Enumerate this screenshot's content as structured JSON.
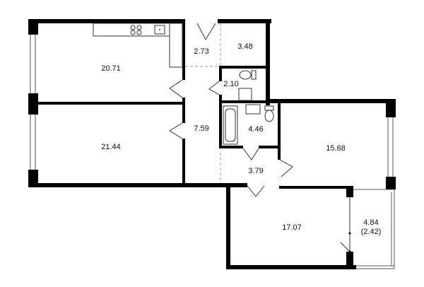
{
  "rooms": {
    "kitchen_living": "20.71",
    "hall_top": "2.73",
    "storage": "3.48",
    "wc": "2.10",
    "corridor": "7.59",
    "bedroom_left": "21.44",
    "bathroom": "4.46",
    "bedroom_right": "15.68",
    "entry": "3.79",
    "bedroom_bottom": "17.07",
    "balcony": "4.84",
    "balcony_reduced": "(2.42)"
  }
}
